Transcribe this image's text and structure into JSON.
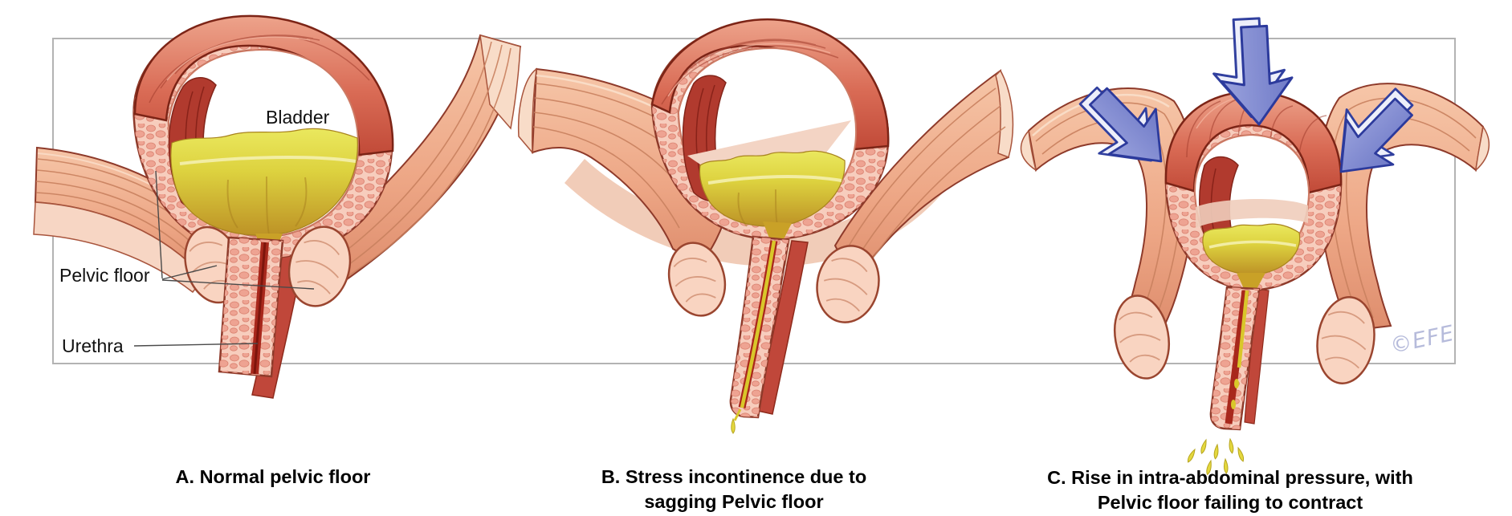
{
  "labels": {
    "bladder": "Bladder",
    "pelvic_floor": "Pelvic floor",
    "urethra": "Urethra"
  },
  "panels": [
    {
      "letter": "A",
      "caption_line1": "A. Normal pelvic floor",
      "caption_line2": ""
    },
    {
      "letter": "B",
      "caption_line1": "B. Stress incontinence due to",
      "caption_line2": "sagging Pelvic floor"
    },
    {
      "letter": "C",
      "caption_line1": "C. Rise in intra-abdominal pressure, with",
      "caption_line2": "Pelvic floor failing to contract"
    }
  ],
  "signature": "©EFE",
  "colors": {
    "muscle_sheet_light": "#f6c6a8",
    "muscle_sheet_deep": "#de8d6d",
    "muscle_outline": "#8e3a2a",
    "bladder_detrusor_red": "#c14a38",
    "bladder_wall_pink": "#f7cdbd",
    "wall_pebble_pink": "#eea392",
    "trigone_dark_red": "#b13a2e",
    "urine_yellow_light": "#eae85e",
    "urine_yellow_deep": "#bd9226",
    "urethra_lumen_red": "#a8281c",
    "pressure_arrow_blue": "#6f7ac7",
    "pressure_arrow_outline": "#2c3a9c",
    "frame_border_gray": "#b3b3b3",
    "signature_lavender": "#b6bbdb",
    "caption_text": "#000000"
  }
}
